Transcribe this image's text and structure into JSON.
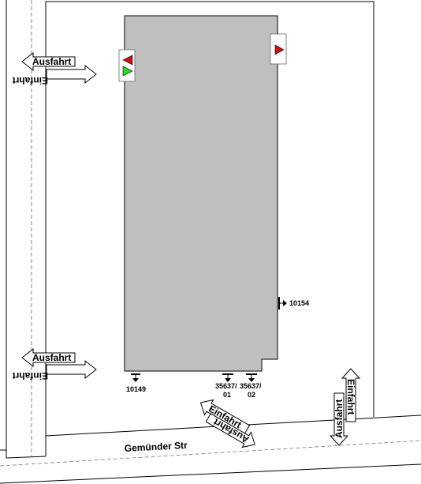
{
  "street": {
    "name": "Gemünder Str"
  },
  "arrows": {
    "exit_label": "Ausfahrt",
    "entry_label": "Einfahrt"
  },
  "doors": {
    "door_10149": "10149",
    "door_35637_01_top": "35637/",
    "door_35637_01_bottom": "01",
    "door_35637_02_top": "35637/",
    "door_35637_02_bottom": "02",
    "door_10154": "10154"
  },
  "colors": {
    "building": "#bfbfbf",
    "marker_red": "#cc1111",
    "marker_green": "#22dd22",
    "outline": "#000000"
  }
}
